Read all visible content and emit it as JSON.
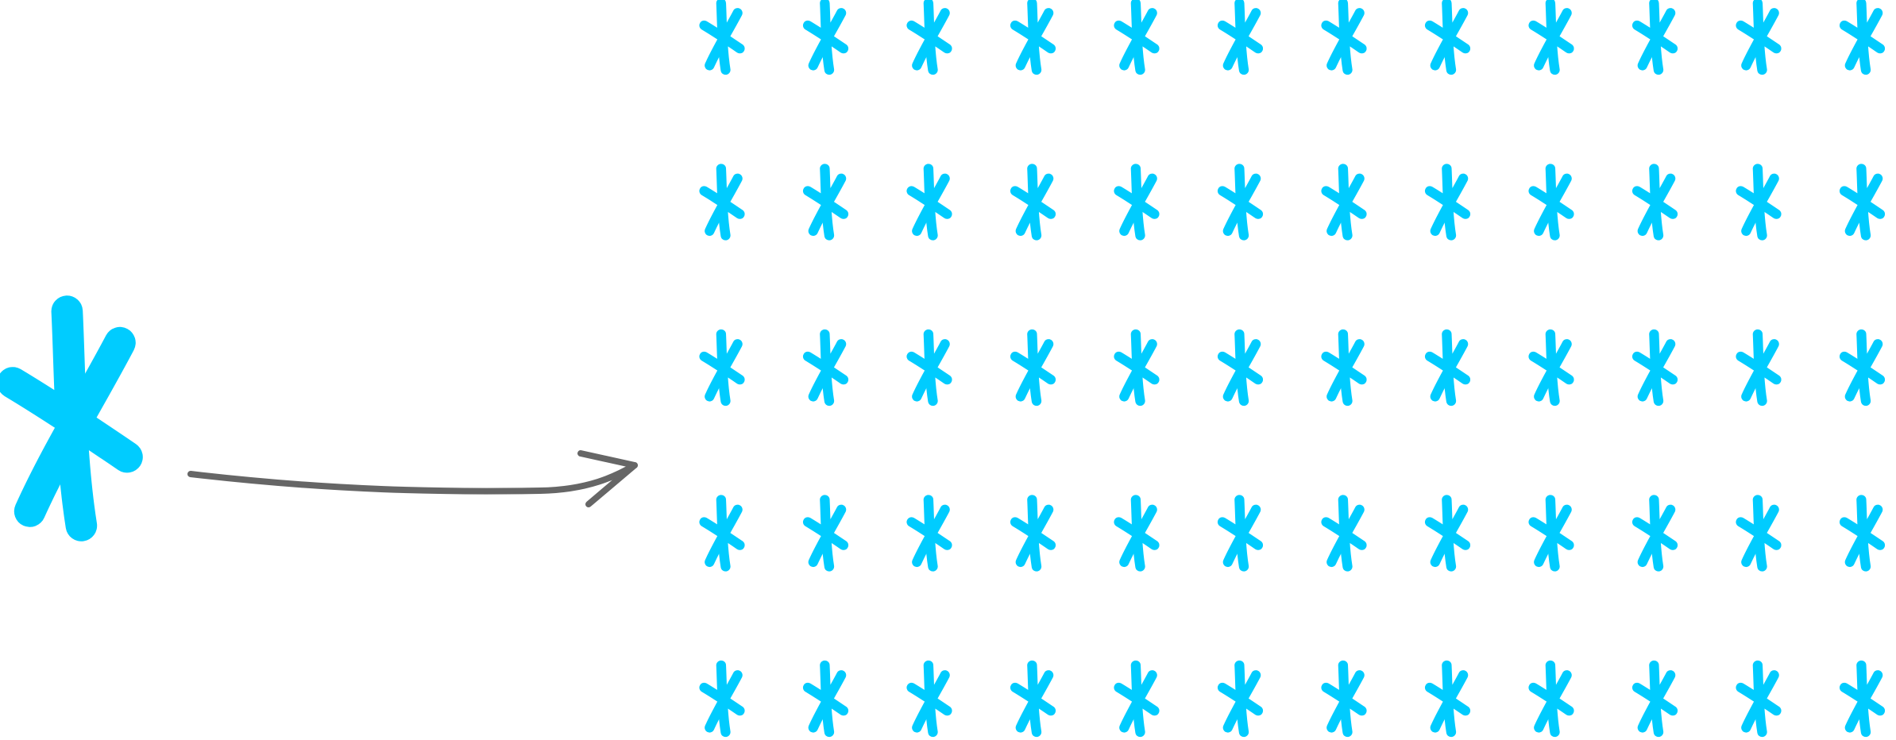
{
  "colors": {
    "asterisk": "#00ccff",
    "arrow": "#666666",
    "background": "#ffffff"
  },
  "source": {
    "icon": "asterisk-icon",
    "count": 1
  },
  "connector": {
    "icon": "arrow-right-icon",
    "style": "hand-drawn curved"
  },
  "result_grid": {
    "icon": "asterisk-icon",
    "rows": 5,
    "columns": 12
  }
}
